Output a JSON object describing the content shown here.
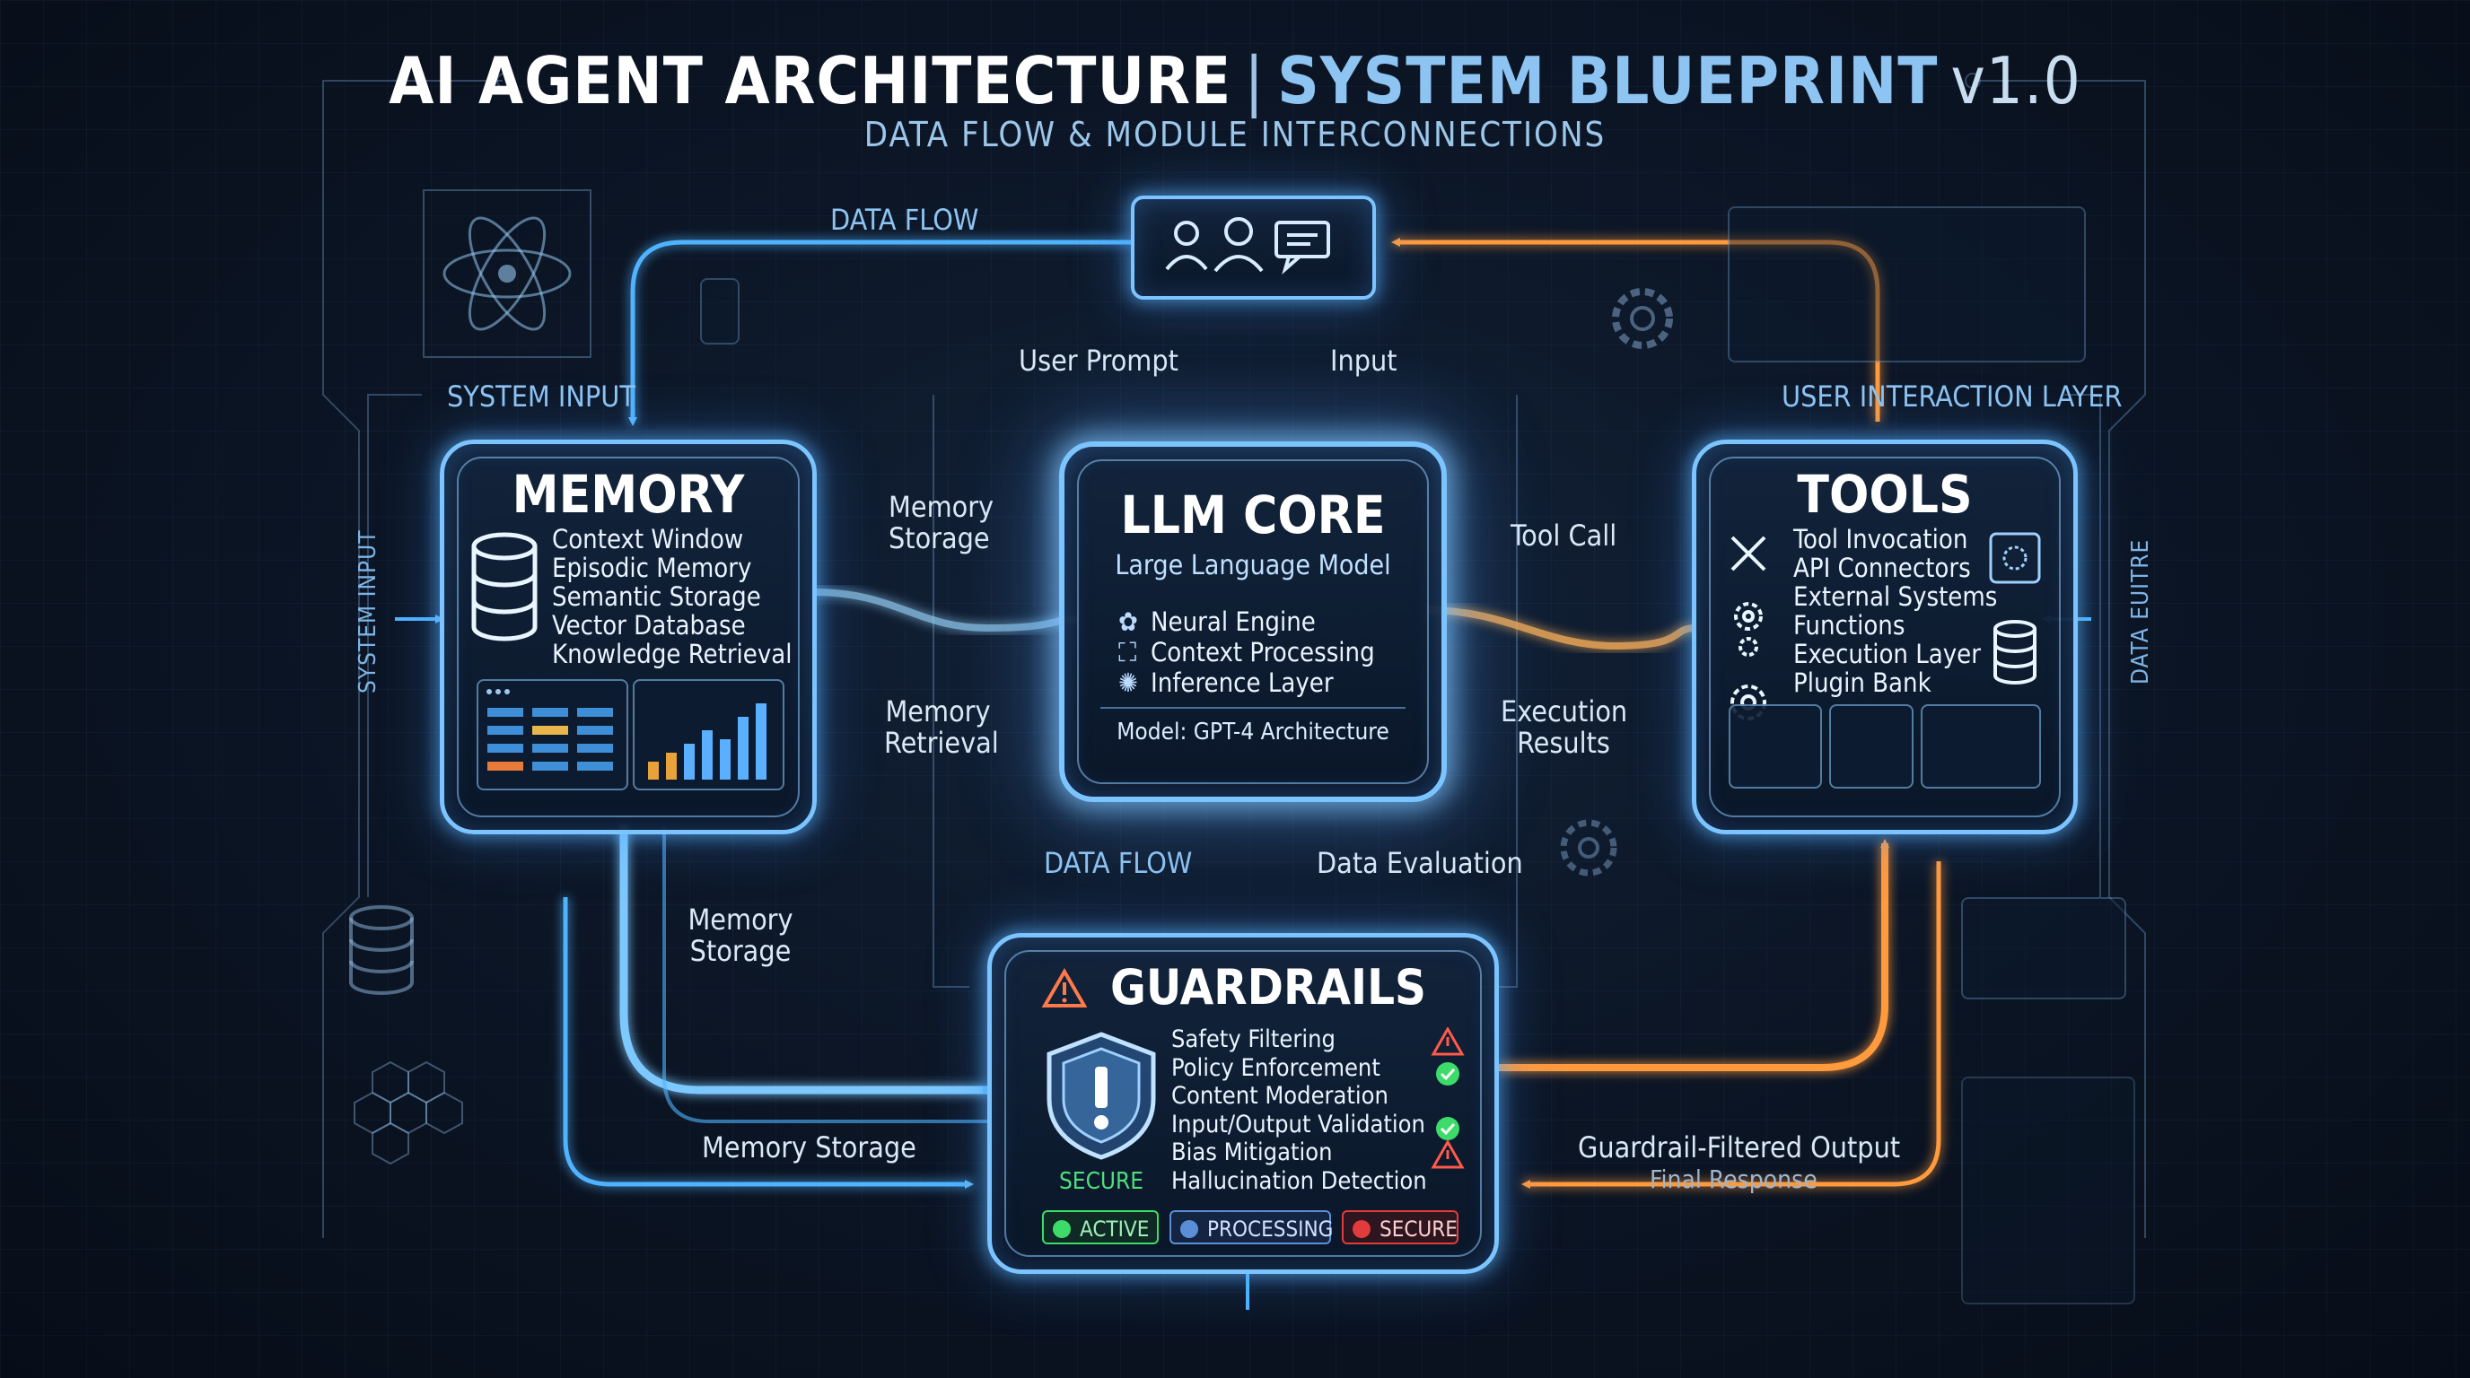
{
  "header": {
    "title_main": "AI AGENT ARCHITECTURE",
    "title_separator": "|",
    "title_secondary": "SYSTEM BLUEPRINT",
    "version": "v1.0",
    "subtitle": "DATA FLOW & MODULE INTERCONNECTIONS"
  },
  "flow_labels": {
    "data_flow_top": "DATA FLOW",
    "system_input": "SYSTEM INPUT",
    "system_input_vertical": "SYSTEM INPUT",
    "user_interaction_layer": "USER INTERACTION LAYER",
    "data_vertical": "DATA EUITRE",
    "user_prompt": "User Prompt",
    "input": "Input",
    "memory_storage_top_1": "Memory",
    "memory_storage_top_2": "Storage",
    "memory_retrieval_1": "Memory",
    "memory_retrieval_2": "Retrieval",
    "tool_call": "Tool Call",
    "execution_results_1": "Execution",
    "execution_results_2": "Results",
    "data_flow_bottom": "DATA FLOW",
    "data_evaluation": "Data Evaluation",
    "memory_storage_mid_1": "Memory",
    "memory_storage_mid_2": "Storage",
    "memory_storage_bottom": "Memory Storage",
    "guardrail_output": "Guardrail-Filtered Output",
    "final_response": "Final Response"
  },
  "memory": {
    "title": "MEMORY",
    "items": [
      "Context Window",
      "Episodic Memory",
      "Semantic Storage",
      "Vector Database",
      "Knowledge Retrieval"
    ]
  },
  "llm_core": {
    "title": "LLM CORE",
    "subtitle": "Large Language Model",
    "items": [
      "Neural Engine",
      "Context Processing",
      "Inference Layer"
    ],
    "model": "Model: GPT-4 Architecture"
  },
  "tools": {
    "title": "TOOLS",
    "items": [
      "Tool Invocation",
      "API Connectors",
      "External Systems",
      "Functions",
      "Execution Layer",
      "Plugin Bank"
    ]
  },
  "guardrails": {
    "title": "GUARDRAILS",
    "shield_label": "SECURE",
    "items": [
      {
        "label": "Safety Filtering",
        "state": "warning"
      },
      {
        "label": "Policy Enforcement",
        "state": "ok"
      },
      {
        "label": "Content Moderation",
        "state": "ok"
      },
      {
        "label": "Input/Output Validation",
        "state": "ok"
      },
      {
        "label": "Bias Mitigation",
        "state": "warning"
      },
      {
        "label": "Hallucination Detection",
        "state": "none"
      }
    ],
    "status": [
      {
        "label": "ACTIVE",
        "color": "#3ddc6a"
      },
      {
        "label": "PROCESSING",
        "color": "#5a8fd8"
      },
      {
        "label": "SECURE",
        "color": "#e23b3b"
      }
    ]
  },
  "colors": {
    "blue_flow": "#4fb3ff",
    "orange_flow": "#ff9a3c",
    "module_border": "#7cc4ff",
    "ok": "#3ddc6a",
    "warning": "#ff5a4a"
  },
  "icons": {
    "user_node": [
      "user-icon",
      "users-icon",
      "chat-bubble-icon"
    ],
    "memory": "database-icon",
    "tools": [
      "tools-icon",
      "gear-icon",
      "gear-icon",
      "gear-icon"
    ],
    "guardrails": [
      "warning-icon",
      "shield-icon"
    ]
  }
}
